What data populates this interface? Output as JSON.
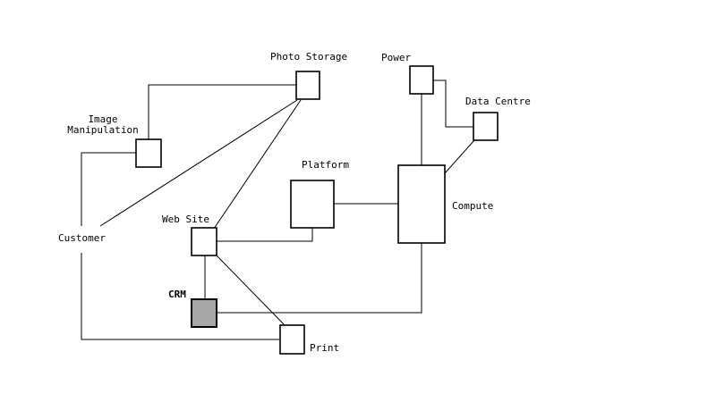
{
  "colors": {
    "line": "#000000",
    "node_fill": "#ffffff",
    "crm_fill": "#a8a8a8"
  },
  "nodes": {
    "photo_storage": {
      "label": "Photo Storage"
    },
    "power": {
      "label": "Power"
    },
    "data_centre": {
      "label": "Data Centre"
    },
    "image_manipulation": {
      "label_line1": "Image",
      "label_line2": "Manipulation"
    },
    "platform": {
      "label": "Platform"
    },
    "compute": {
      "label": "Compute"
    },
    "customer": {
      "label": "Customer"
    },
    "web_site": {
      "label": "Web Site"
    },
    "crm": {
      "label": "CRM"
    },
    "print": {
      "label": "Print"
    }
  }
}
